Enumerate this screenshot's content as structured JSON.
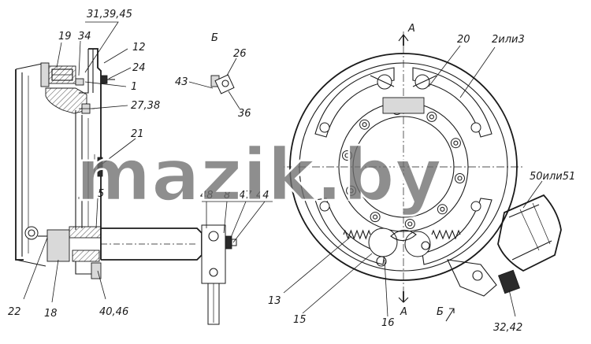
{
  "view_labels": {
    "detail_b_top": "Б",
    "section_a_top": "А",
    "section_a_bottom": "А",
    "view_b_bottom": "Б"
  },
  "callouts": {
    "c31_39_45": "31,39,45",
    "c19": "19",
    "c34": "34",
    "c12": "12",
    "c24": "24",
    "c1": "1",
    "c27_38": "27,38",
    "c21": "21",
    "c5": "5",
    "c48": "48",
    "c8": "8",
    "c47": "47",
    "c44": "44",
    "c22": "22",
    "c18": "18",
    "c40_46": "40,46",
    "c26": "26",
    "c43": "43",
    "c36": "36",
    "c20": "20",
    "c2or3": "2или3",
    "c50or51": "50или51",
    "c13": "13",
    "c15": "15",
    "c16": "16",
    "c32_42": "32,42"
  },
  "watermark": "mazik.by",
  "colors": {
    "line": "#1a1a1a",
    "watermark": "#6e6e6e",
    "background": "#ffffff"
  }
}
